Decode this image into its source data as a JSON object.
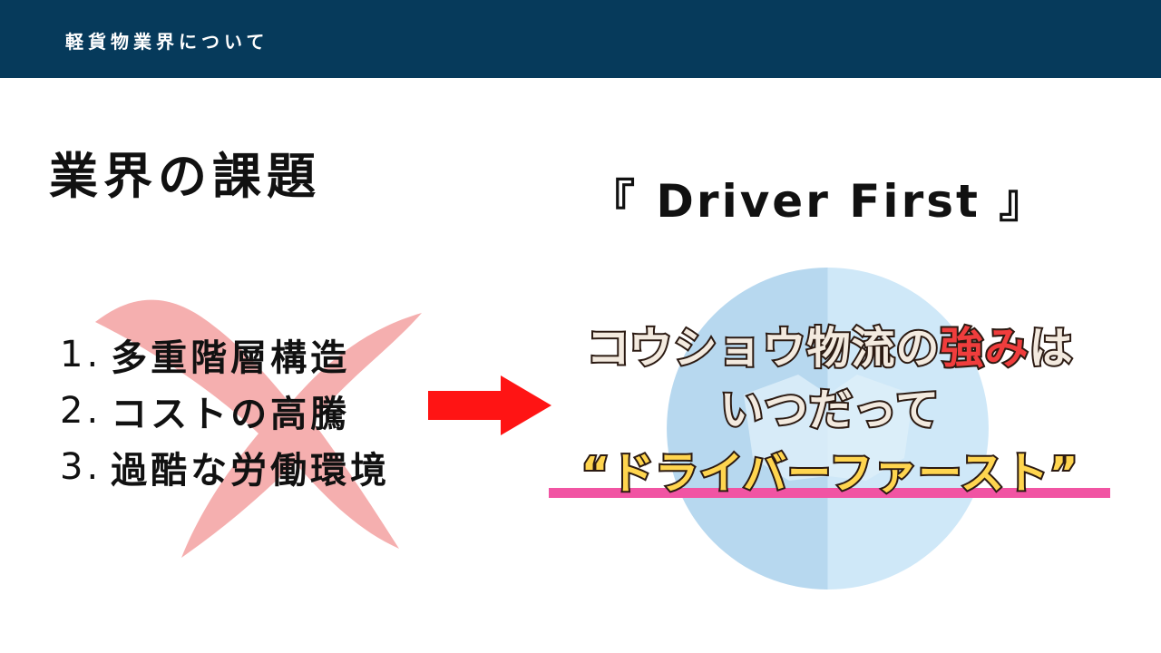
{
  "header": {
    "title": "軽貨物業界について"
  },
  "left": {
    "section_title": "業界の課題",
    "issues": [
      {
        "number": "1.",
        "text": "多重階層構造"
      },
      {
        "number": "2.",
        "text": "コストの高騰"
      },
      {
        "number": "3.",
        "text": "過酷な労働環境"
      }
    ]
  },
  "right": {
    "subtitle": "『 Driver First 』",
    "tagline": {
      "line1_prefix": "コウショウ物流の",
      "line1_accent": "強み",
      "line1_suffix": "は",
      "line2": "いつだって",
      "line3": "“ドライバーファースト”"
    }
  },
  "colors": {
    "header_bg": "#063a5b",
    "x_mark": "#f4a6a6",
    "arrow": "#ff1414",
    "circle_light": "#cfe8f8",
    "circle_dark": "#b7d8ef",
    "accent_red": "#f03d3d",
    "highlight_pink": "#f154a3",
    "yellow_text": "#ffd54f"
  }
}
